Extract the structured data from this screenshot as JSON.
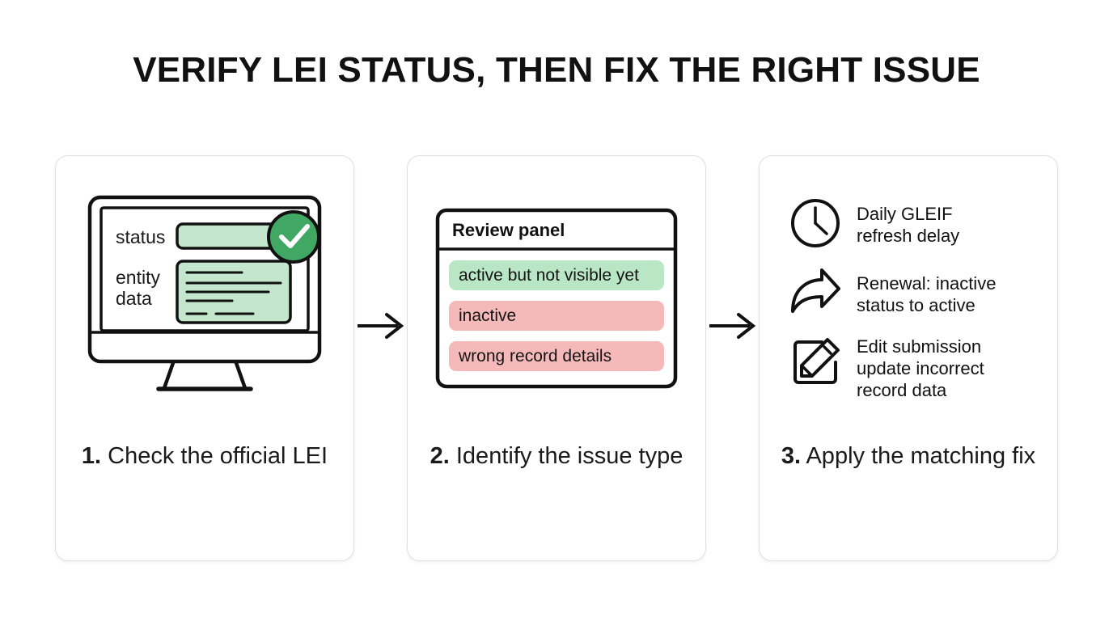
{
  "title": "VERIFY LEI STATUS, THEN FIX THE RIGHT ISSUE",
  "colors": {
    "background": "#ffffff",
    "card_border": "#e0e0e0",
    "ink": "#111111",
    "green_fill": "#c3e6cd",
    "green_badge": "#41a863",
    "chip_green": "#b9e7c6",
    "chip_red": "#f5b9ba"
  },
  "connectors": [
    {
      "name": "arrow-1",
      "glyph": "arrow-right-icon"
    },
    {
      "name": "arrow-2",
      "glyph": "arrow-right-icon"
    }
  ],
  "cards": [
    {
      "id": "check-official-lei",
      "caption_number": "1.",
      "caption_text": "Check the official LEI",
      "art": {
        "type": "monitor",
        "icon": "monitor-icon",
        "labels": {
          "status": "status",
          "entity_data": "entity data"
        },
        "badge": "check-circle-icon",
        "status_bar_state": "filled-green",
        "entity_data_lines": 4
      }
    },
    {
      "id": "identify-issue-type",
      "caption_number": "2.",
      "caption_text": "Identify the issue type",
      "art": {
        "type": "review-panel",
        "panel_title": "Review panel",
        "rows": [
          {
            "label": "active but not visible yet",
            "tone": "green"
          },
          {
            "label": "inactive",
            "tone": "red"
          },
          {
            "label": "wrong record details",
            "tone": "red"
          }
        ]
      }
    },
    {
      "id": "apply-matching-fix",
      "caption_number": "3.",
      "caption_text": "Apply the matching fix",
      "art": {
        "type": "fix-list",
        "items": [
          {
            "icon": "clock-icon",
            "text": "Daily GLEIF\nrefresh delay"
          },
          {
            "icon": "curved-arrow-icon",
            "text": "Renewal: inactive\nstatus to active"
          },
          {
            "icon": "edit-pencil-icon",
            "text": "Edit submission\nupdate incorrect\nrecord data"
          }
        ]
      }
    }
  ]
}
